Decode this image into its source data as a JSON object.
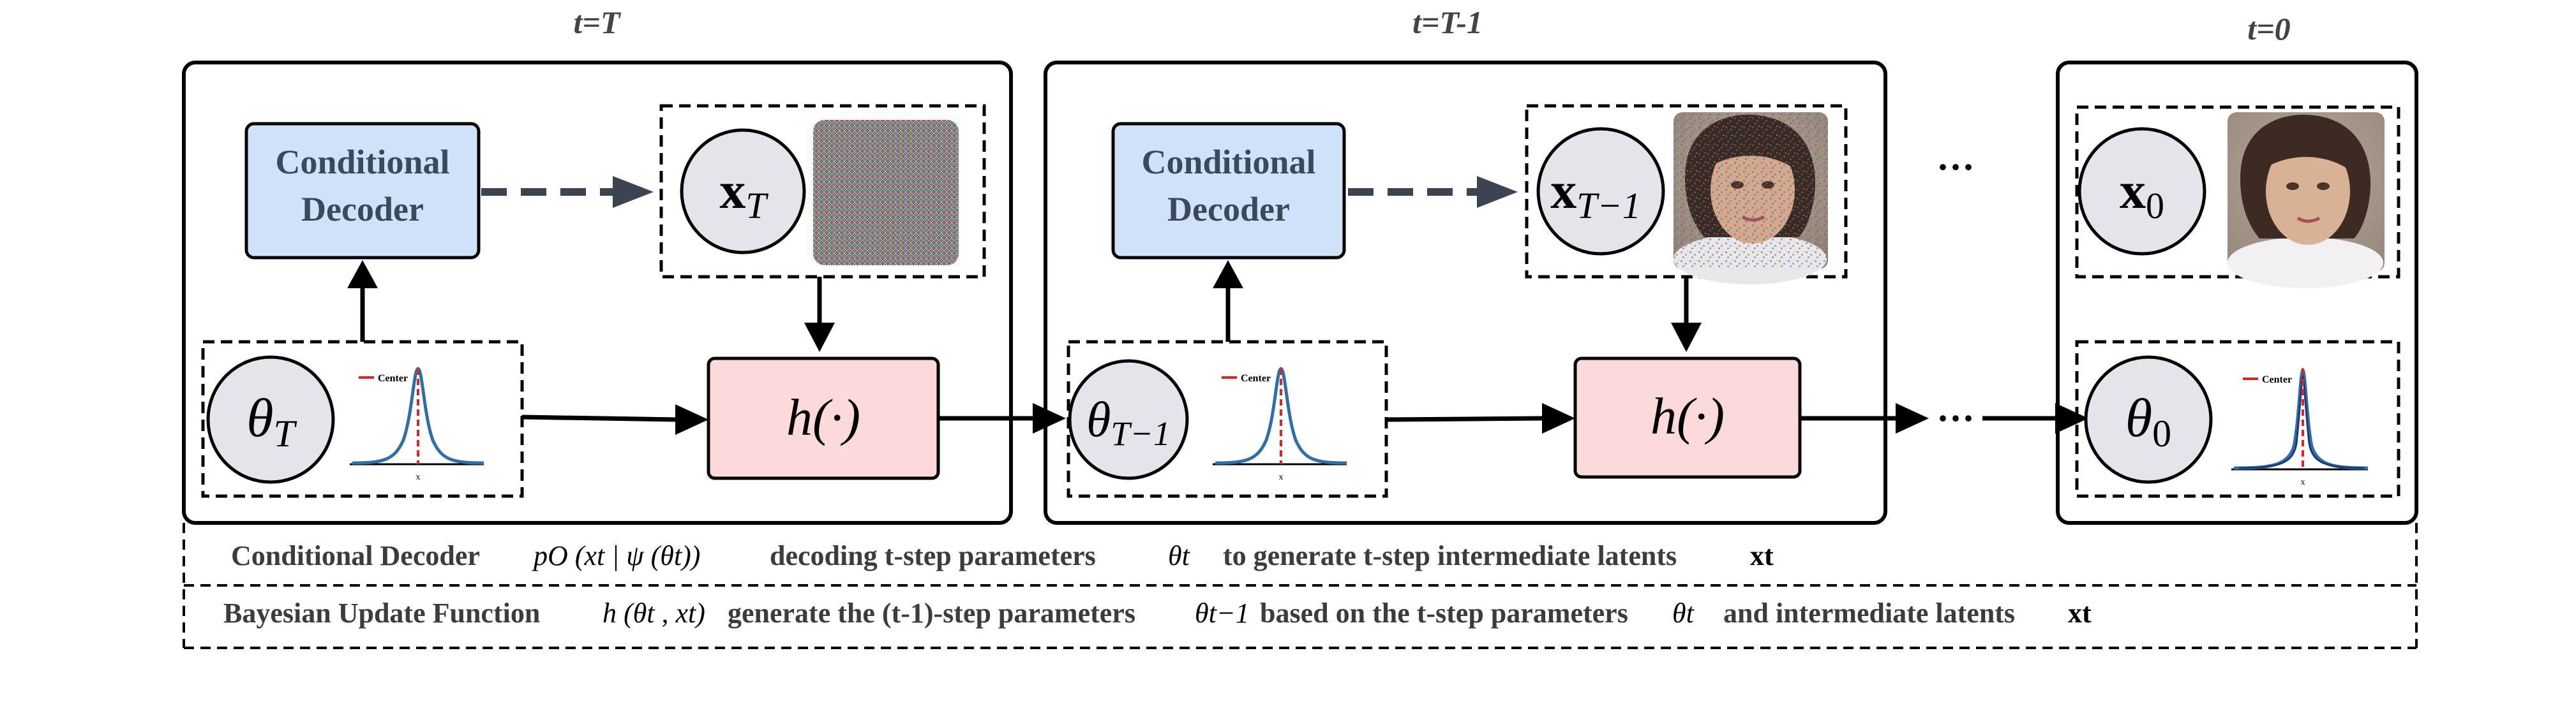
{
  "steps": [
    {
      "time_label": "t=T",
      "decoder_label_line1": "Conditional",
      "decoder_label_line2": "Decoder",
      "x_symbol": "x",
      "x_subscript": "T",
      "theta_symbol": "θ",
      "theta_subscript": "T",
      "update_function": "h(·)",
      "gaussian_legend": "Center",
      "gaussian_xlabel": "x",
      "image_kind": "noise"
    },
    {
      "time_label": "t=T-1",
      "decoder_label_line1": "Conditional",
      "decoder_label_line2": "Decoder",
      "x_symbol": "x",
      "x_subscript": "T−1",
      "theta_symbol": "θ",
      "theta_subscript": "T−1",
      "update_function": "h(·)",
      "gaussian_legend": "Center",
      "gaussian_xlabel": "x",
      "image_kind": "noisy-face"
    },
    {
      "time_label": "t=0",
      "x_symbol": "x",
      "x_subscript": "0",
      "theta_symbol": "θ",
      "theta_subscript": "0",
      "gaussian_legend": "Center",
      "gaussian_xlabel": "x",
      "image_kind": "clean-face"
    }
  ],
  "ellipsis": "···",
  "legend": {
    "row1": {
      "name": "Conditional Decoder",
      "formula": "pO (xt | ψ (θt))",
      "text1": "decoding t-step parameters",
      "sym": "θt",
      "text2": "to generate t-step intermediate latents",
      "sym2": "xt"
    },
    "row2": {
      "name": "Bayesian Update Function",
      "formula": "h (θt , xt)",
      "text1": "generate the (t-1)-step parameters",
      "sym": "θt−1",
      "text2": "based on the t-step parameters",
      "sym2": "θt",
      "text3": "and intermediate latents",
      "sym3": "xt"
    }
  },
  "colors": {
    "decoder_fill": "#cfe2f9",
    "update_fill": "#fcd9db",
    "circle_fill": "#e3e5ea",
    "curve": "#2f6fa7",
    "center_line": "#d62728",
    "dashed_arrow": "#3b4450"
  }
}
